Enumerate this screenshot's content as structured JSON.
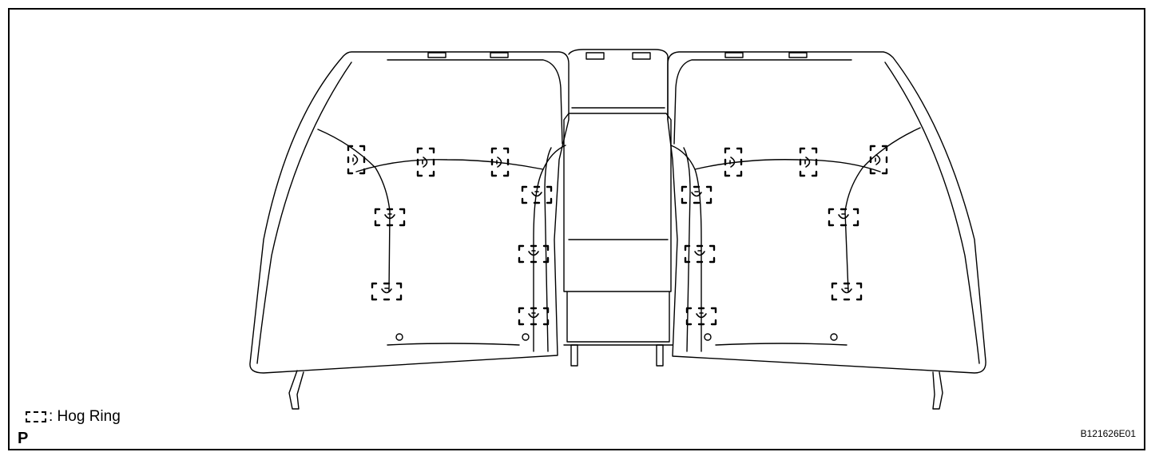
{
  "figure": {
    "legend_label": ": Hog Ring",
    "legend_icon": "hog-ring-bracket-icon",
    "view_letter": "P",
    "code": "B121626E01",
    "line_color": "#000000",
    "background_color": "#ffffff"
  }
}
